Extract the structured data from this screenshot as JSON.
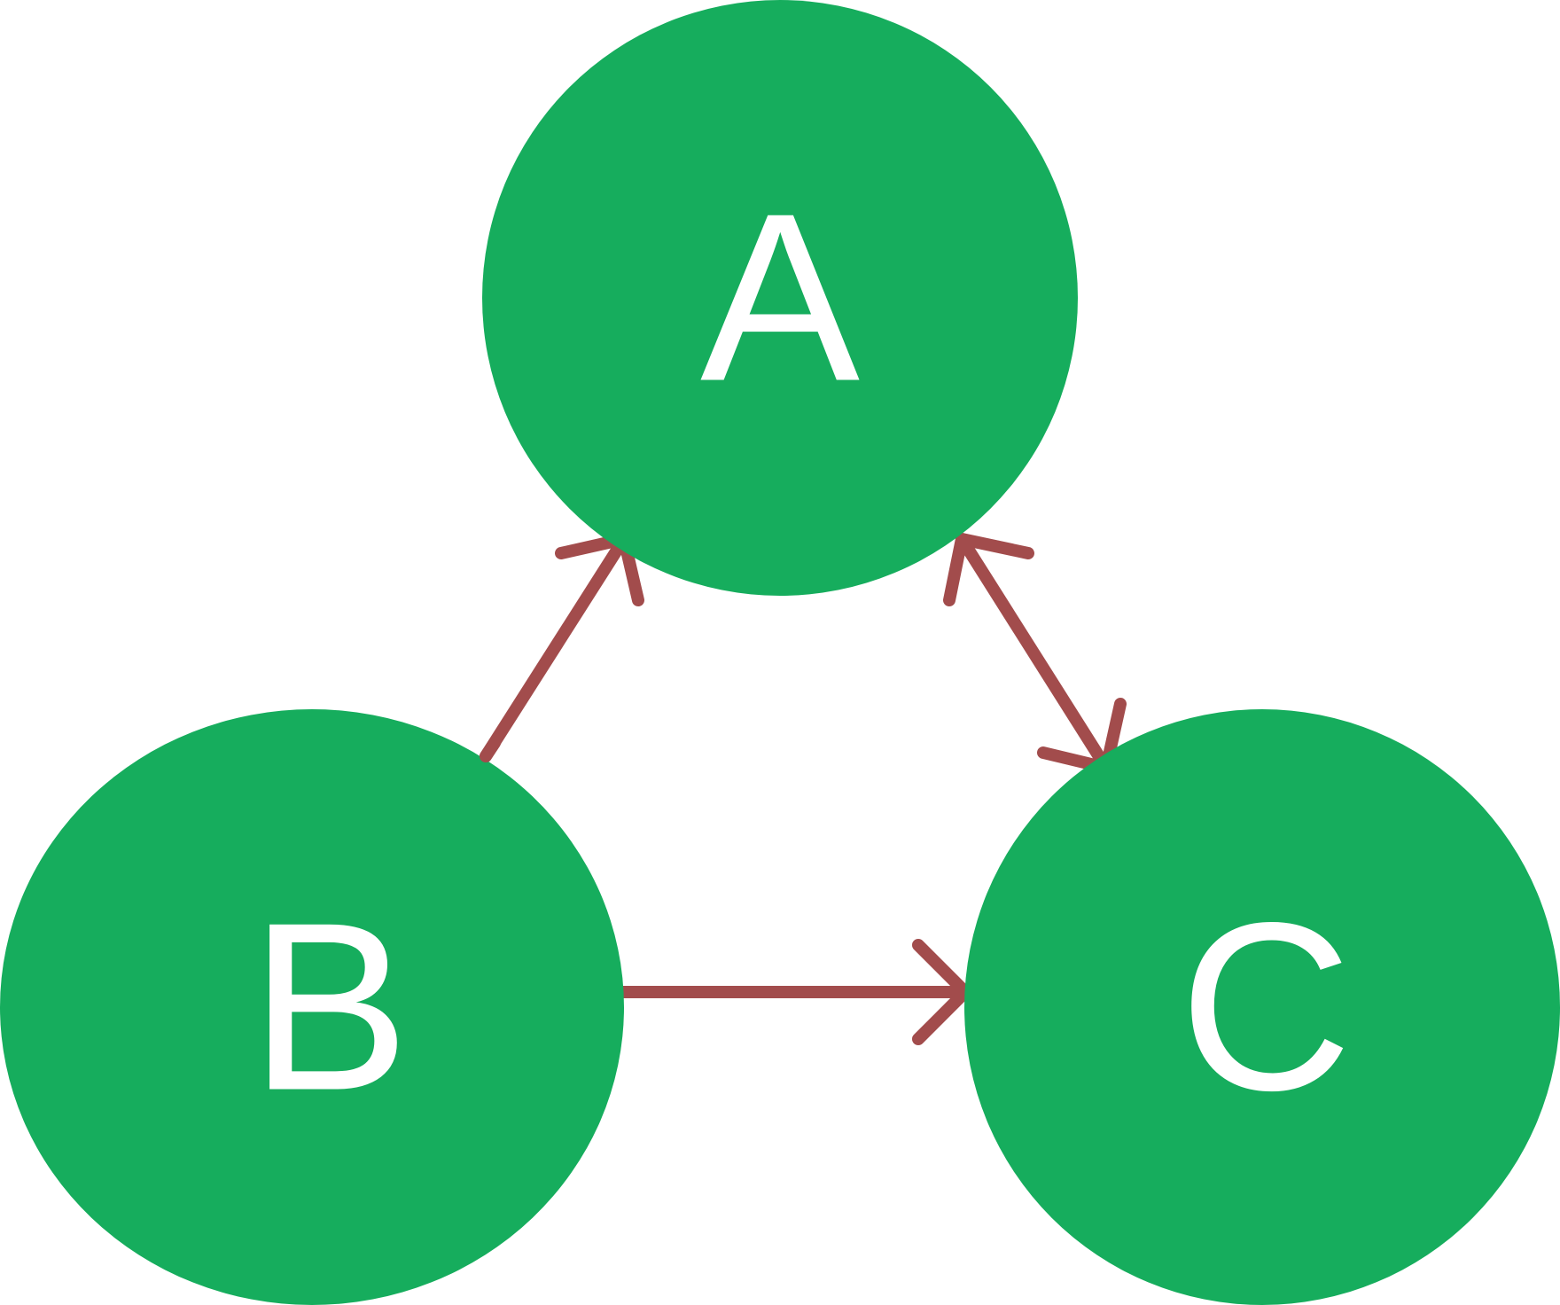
{
  "colors": {
    "node_fill": "#16AD5D",
    "label": "#FFFFFF",
    "edge": "#A24C4C",
    "background": "#FFFFFF"
  },
  "nodes": [
    {
      "id": "A",
      "label": "A"
    },
    {
      "id": "B",
      "label": "B"
    },
    {
      "id": "C",
      "label": "C"
    }
  ],
  "edges": [
    {
      "from": "B",
      "to": "A",
      "arrow_start": false,
      "arrow_end": true
    },
    {
      "from": "A",
      "to": "C",
      "arrow_start": true,
      "arrow_end": true
    },
    {
      "from": "B",
      "to": "C",
      "arrow_start": false,
      "arrow_end": true
    }
  ]
}
